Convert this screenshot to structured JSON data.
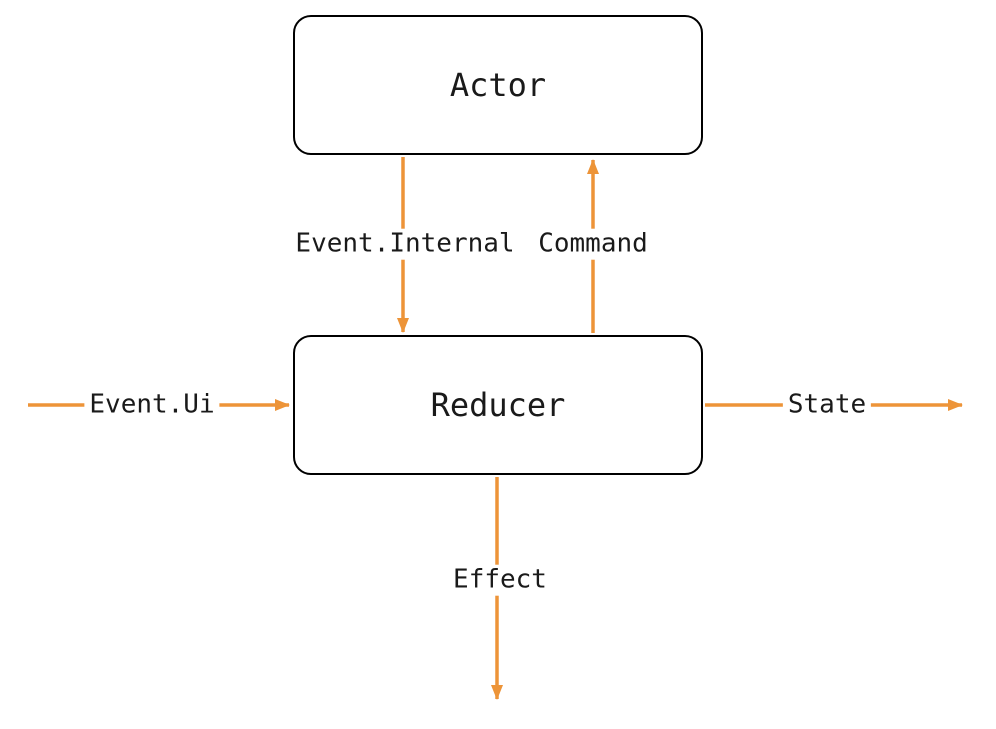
{
  "diagram": {
    "colors": {
      "arrow": "#ED9438",
      "border": "#000000",
      "text": "#1a1a1a",
      "background": "#ffffff"
    },
    "nodes": [
      {
        "id": "actor",
        "label": "Actor"
      },
      {
        "id": "reducer",
        "label": "Reducer"
      }
    ],
    "edges": [
      {
        "id": "event-internal",
        "label": "Event.Internal",
        "from": "actor",
        "to": "reducer",
        "direction": "down"
      },
      {
        "id": "command",
        "label": "Command",
        "from": "reducer",
        "to": "actor",
        "direction": "up"
      },
      {
        "id": "event-ui",
        "label": "Event.Ui",
        "from": "external",
        "to": "reducer",
        "direction": "right"
      },
      {
        "id": "state",
        "label": "State",
        "from": "reducer",
        "to": "external",
        "direction": "right"
      },
      {
        "id": "effect",
        "label": "Effect",
        "from": "reducer",
        "to": "external",
        "direction": "down"
      }
    ]
  }
}
